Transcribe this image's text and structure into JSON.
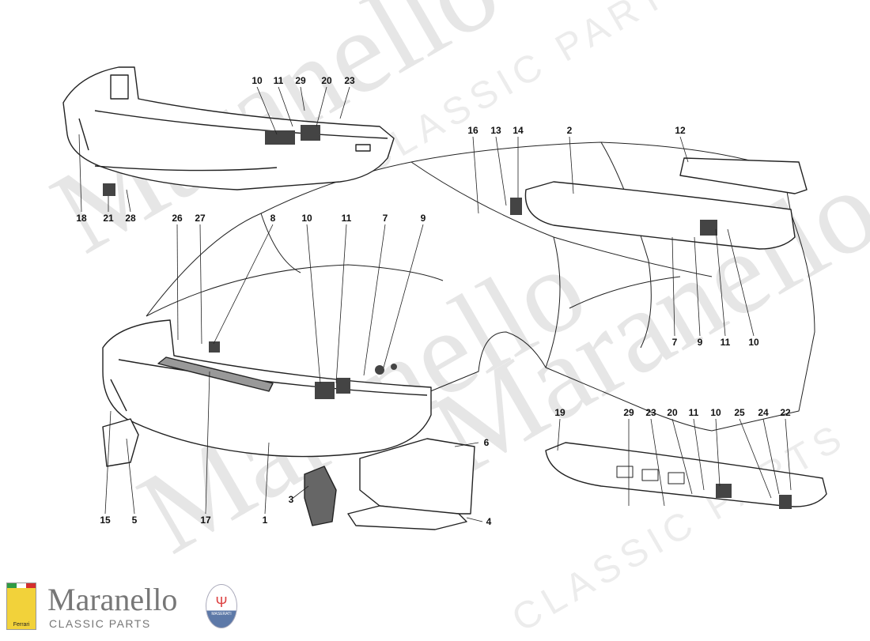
{
  "watermark": {
    "brand": "Maranello",
    "sub": "CLASSIC PARTS"
  },
  "logo": {
    "brand": "Maranello",
    "subtitle": "CLASSIC PARTS",
    "ferrari_badge": "Ferrari",
    "maserati_badge": "MASERATI"
  },
  "callouts": {
    "front_upper": [
      "10",
      "11",
      "29",
      "20",
      "23",
      "18",
      "21",
      "28"
    ],
    "rear_upper": [
      "16",
      "13",
      "14",
      "2",
      "12"
    ],
    "middle": [
      "26",
      "27",
      "8",
      "10",
      "11",
      "7",
      "9"
    ],
    "right": [
      "7",
      "9",
      "11",
      "10"
    ],
    "bottom": [
      "15",
      "5",
      "17",
      "1",
      "3",
      "4",
      "6"
    ],
    "rear_lower": [
      "19",
      "29",
      "23",
      "20",
      "11",
      "10",
      "25",
      "24",
      "22"
    ]
  },
  "colors": {
    "line": "#222222",
    "fill": "#ffffff",
    "shade": "#888888"
  }
}
